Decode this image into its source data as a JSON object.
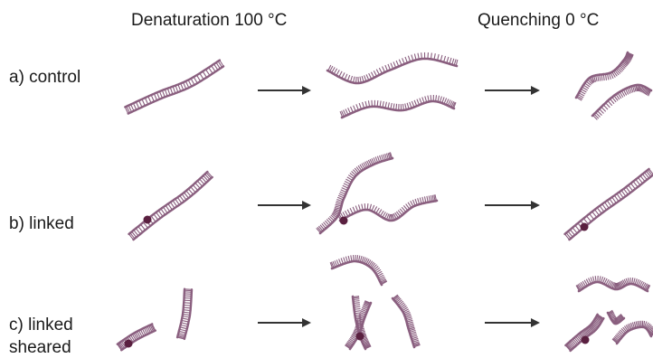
{
  "headers": {
    "denaturation": "Denaturation 100 °C",
    "quenching": "Quenching 0 °C"
  },
  "rows": [
    {
      "label_line1": "a) control",
      "label_line2": ""
    },
    {
      "label_line1": "b) linked",
      "label_line2": ""
    },
    {
      "label_line1": "c) linked",
      "label_line2": "sheared"
    }
  ],
  "colors": {
    "strand": "#8a5f7f",
    "strand_fill": "#ffffff",
    "crosslink_dot": "#5a2040",
    "arrow": "#333333"
  }
}
